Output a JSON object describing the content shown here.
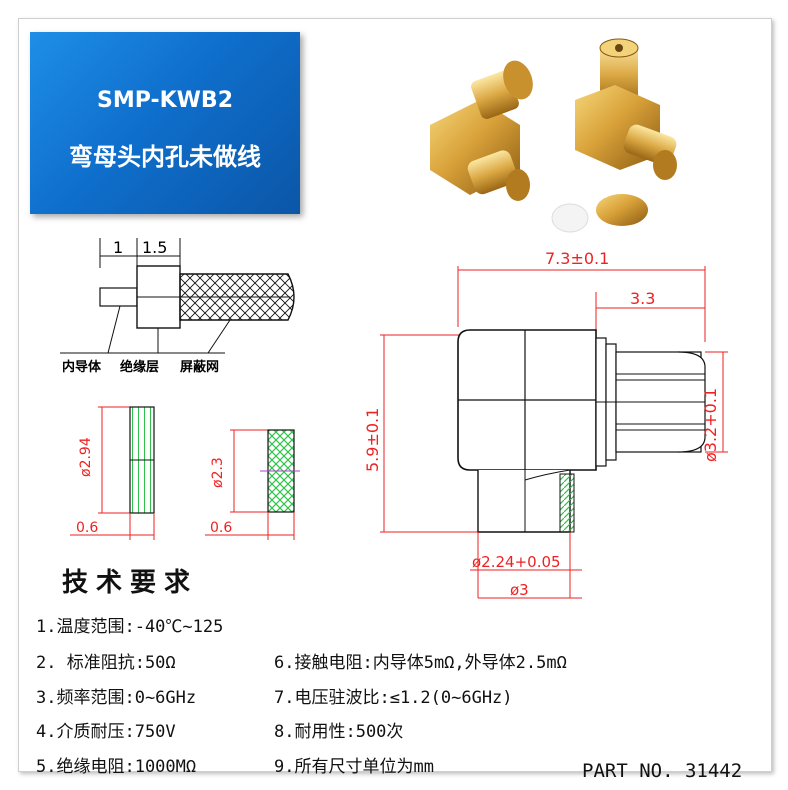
{
  "banner": {
    "model": "SMP-KWB2",
    "subtitle": "弯母头内孔未做线"
  },
  "cable_diagram": {
    "dim_1": "1",
    "dim_2": "1.5",
    "label_inner": "内导体",
    "label_insulation": "绝缘层",
    "label_shield": "屏蔽网"
  },
  "section_a": {
    "diameter": "ø2.94",
    "length": "0.6"
  },
  "section_b": {
    "diameter": "ø2.3",
    "length": "0.6"
  },
  "connector_drawing": {
    "width": "7.3±0.1",
    "offset": "3.3",
    "height": "5.9±0.1",
    "pin_diameter": "ø3.2+0.1",
    "hole_diameter": "ø2.24+0.05",
    "base_diameter": "ø3"
  },
  "specs": {
    "title": "技术要求",
    "items": [
      "1.温度范围:-40℃~125",
      "2. 标准阻抗:50Ω",
      "3.频率范围:0~6GHz",
      "4.介质耐压:750V",
      "5.绝缘电阻:1000MΩ",
      "6.接触电阻:内导体5mΩ,外导体2.5mΩ",
      "7.电压驻波比:≤1.2(0~6GHz)",
      "8.耐用性:500次",
      "9.所有尺寸单位为mm"
    ]
  },
  "part_number": "PART NO. 31442"
}
